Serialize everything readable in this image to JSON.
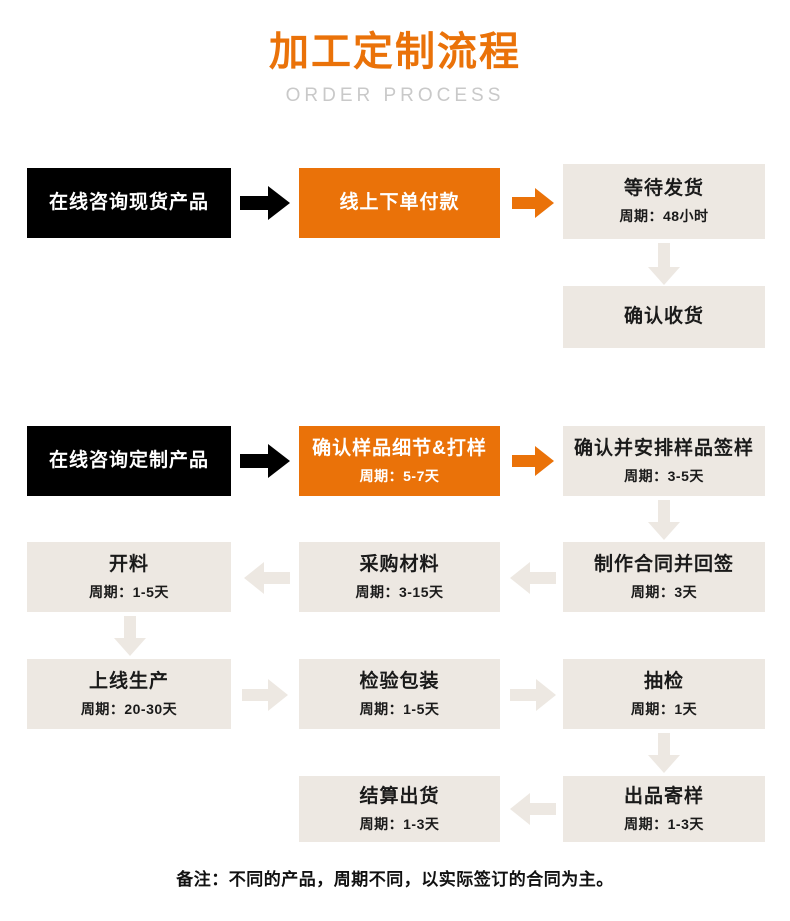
{
  "header": {
    "title_cn": "加工定制流程",
    "title_en": "ORDER PROCESS",
    "title_color": "#EA7209",
    "subtitle_color": "#C9C9C9"
  },
  "palette": {
    "black_box": "#000000",
    "orange_box": "#EA7209",
    "gray_box": "#EDE8E2",
    "gray_arrow": "#EDE8E2",
    "black_arrow": "#000000",
    "orange_arrow": "#EA7209"
  },
  "flows": [
    {
      "name": "in-stock-flow",
      "nodes": [
        {
          "id": "stock-inquiry",
          "label": "在线咨询现货产品",
          "cycle": "",
          "style": "black"
        },
        {
          "id": "online-order",
          "label": "线上下单付款",
          "cycle": "",
          "style": "orange"
        },
        {
          "id": "await-shipment",
          "label": "等待发货",
          "cycle": "周期：48小时",
          "style": "gray"
        },
        {
          "id": "confirm-receipt",
          "label": "确认收货",
          "cycle": "",
          "style": "gray"
        }
      ]
    },
    {
      "name": "custom-flow",
      "nodes": [
        {
          "id": "custom-inquiry",
          "label": "在线咨询定制产品",
          "cycle": "",
          "style": "black"
        },
        {
          "id": "sample-detail",
          "label": "确认样品细节&打样",
          "cycle": "周期：5-7天",
          "style": "orange"
        },
        {
          "id": "sample-sign",
          "label": "确认并安排样品签样",
          "cycle": "周期：3-5天",
          "style": "gray"
        },
        {
          "id": "contract-sign",
          "label": "制作合同并回签",
          "cycle": "周期：3天",
          "style": "gray"
        },
        {
          "id": "purchase-mat",
          "label": "采购材料",
          "cycle": "周期：3-15天",
          "style": "gray"
        },
        {
          "id": "cutting",
          "label": "开料",
          "cycle": "周期：1-5天",
          "style": "gray"
        },
        {
          "id": "production",
          "label": "上线生产",
          "cycle": "周期：20-30天",
          "style": "gray"
        },
        {
          "id": "inspect-pack",
          "label": "检验包装",
          "cycle": "周期：1-5天",
          "style": "gray"
        },
        {
          "id": "spot-check",
          "label": "抽检",
          "cycle": "周期：1天",
          "style": "gray"
        },
        {
          "id": "sample-shipping",
          "label": "出品寄样",
          "cycle": "周期：1-3天",
          "style": "gray"
        },
        {
          "id": "settle-shipment",
          "label": "结算出货",
          "cycle": "周期：1-3天",
          "style": "gray"
        }
      ]
    }
  ],
  "footer": {
    "note": "备注：不同的产品，周期不同，以实际签订的合同为主。"
  }
}
